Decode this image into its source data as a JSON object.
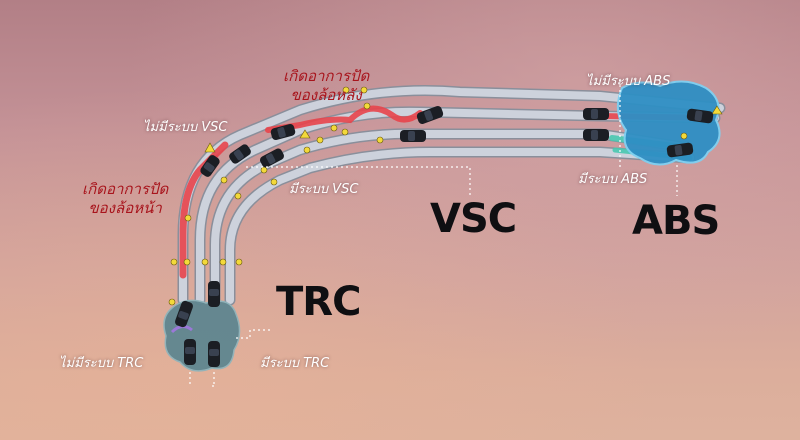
{
  "labels": {
    "front_wheel_slip": "เกิดอาการปัด\nของล้อหน้า",
    "rear_wheel_slip": "เกิดอาการปัด\nของล้อหลัง",
    "without_vsc": "ไม่มีระบบ VSC",
    "with_vsc": "มีระบบ VSC",
    "without_abs": "ไม่มีระบบ ABS",
    "with_abs": "มีระบบ ABS",
    "without_trc": "ไม่มีระบบ TRC",
    "with_trc": "มีระบบ TRC"
  },
  "systems": {
    "vsc": "VSC",
    "abs": "ABS",
    "trc": "TRC"
  },
  "colors": {
    "road": "#c9cfd9",
    "danger_path": "#e8444b",
    "safe_path": "#49c8b0",
    "water": "#2f8fc4",
    "ice": "#5f8690",
    "marker": "#f3d93a",
    "warning_text": "#a8141c"
  }
}
